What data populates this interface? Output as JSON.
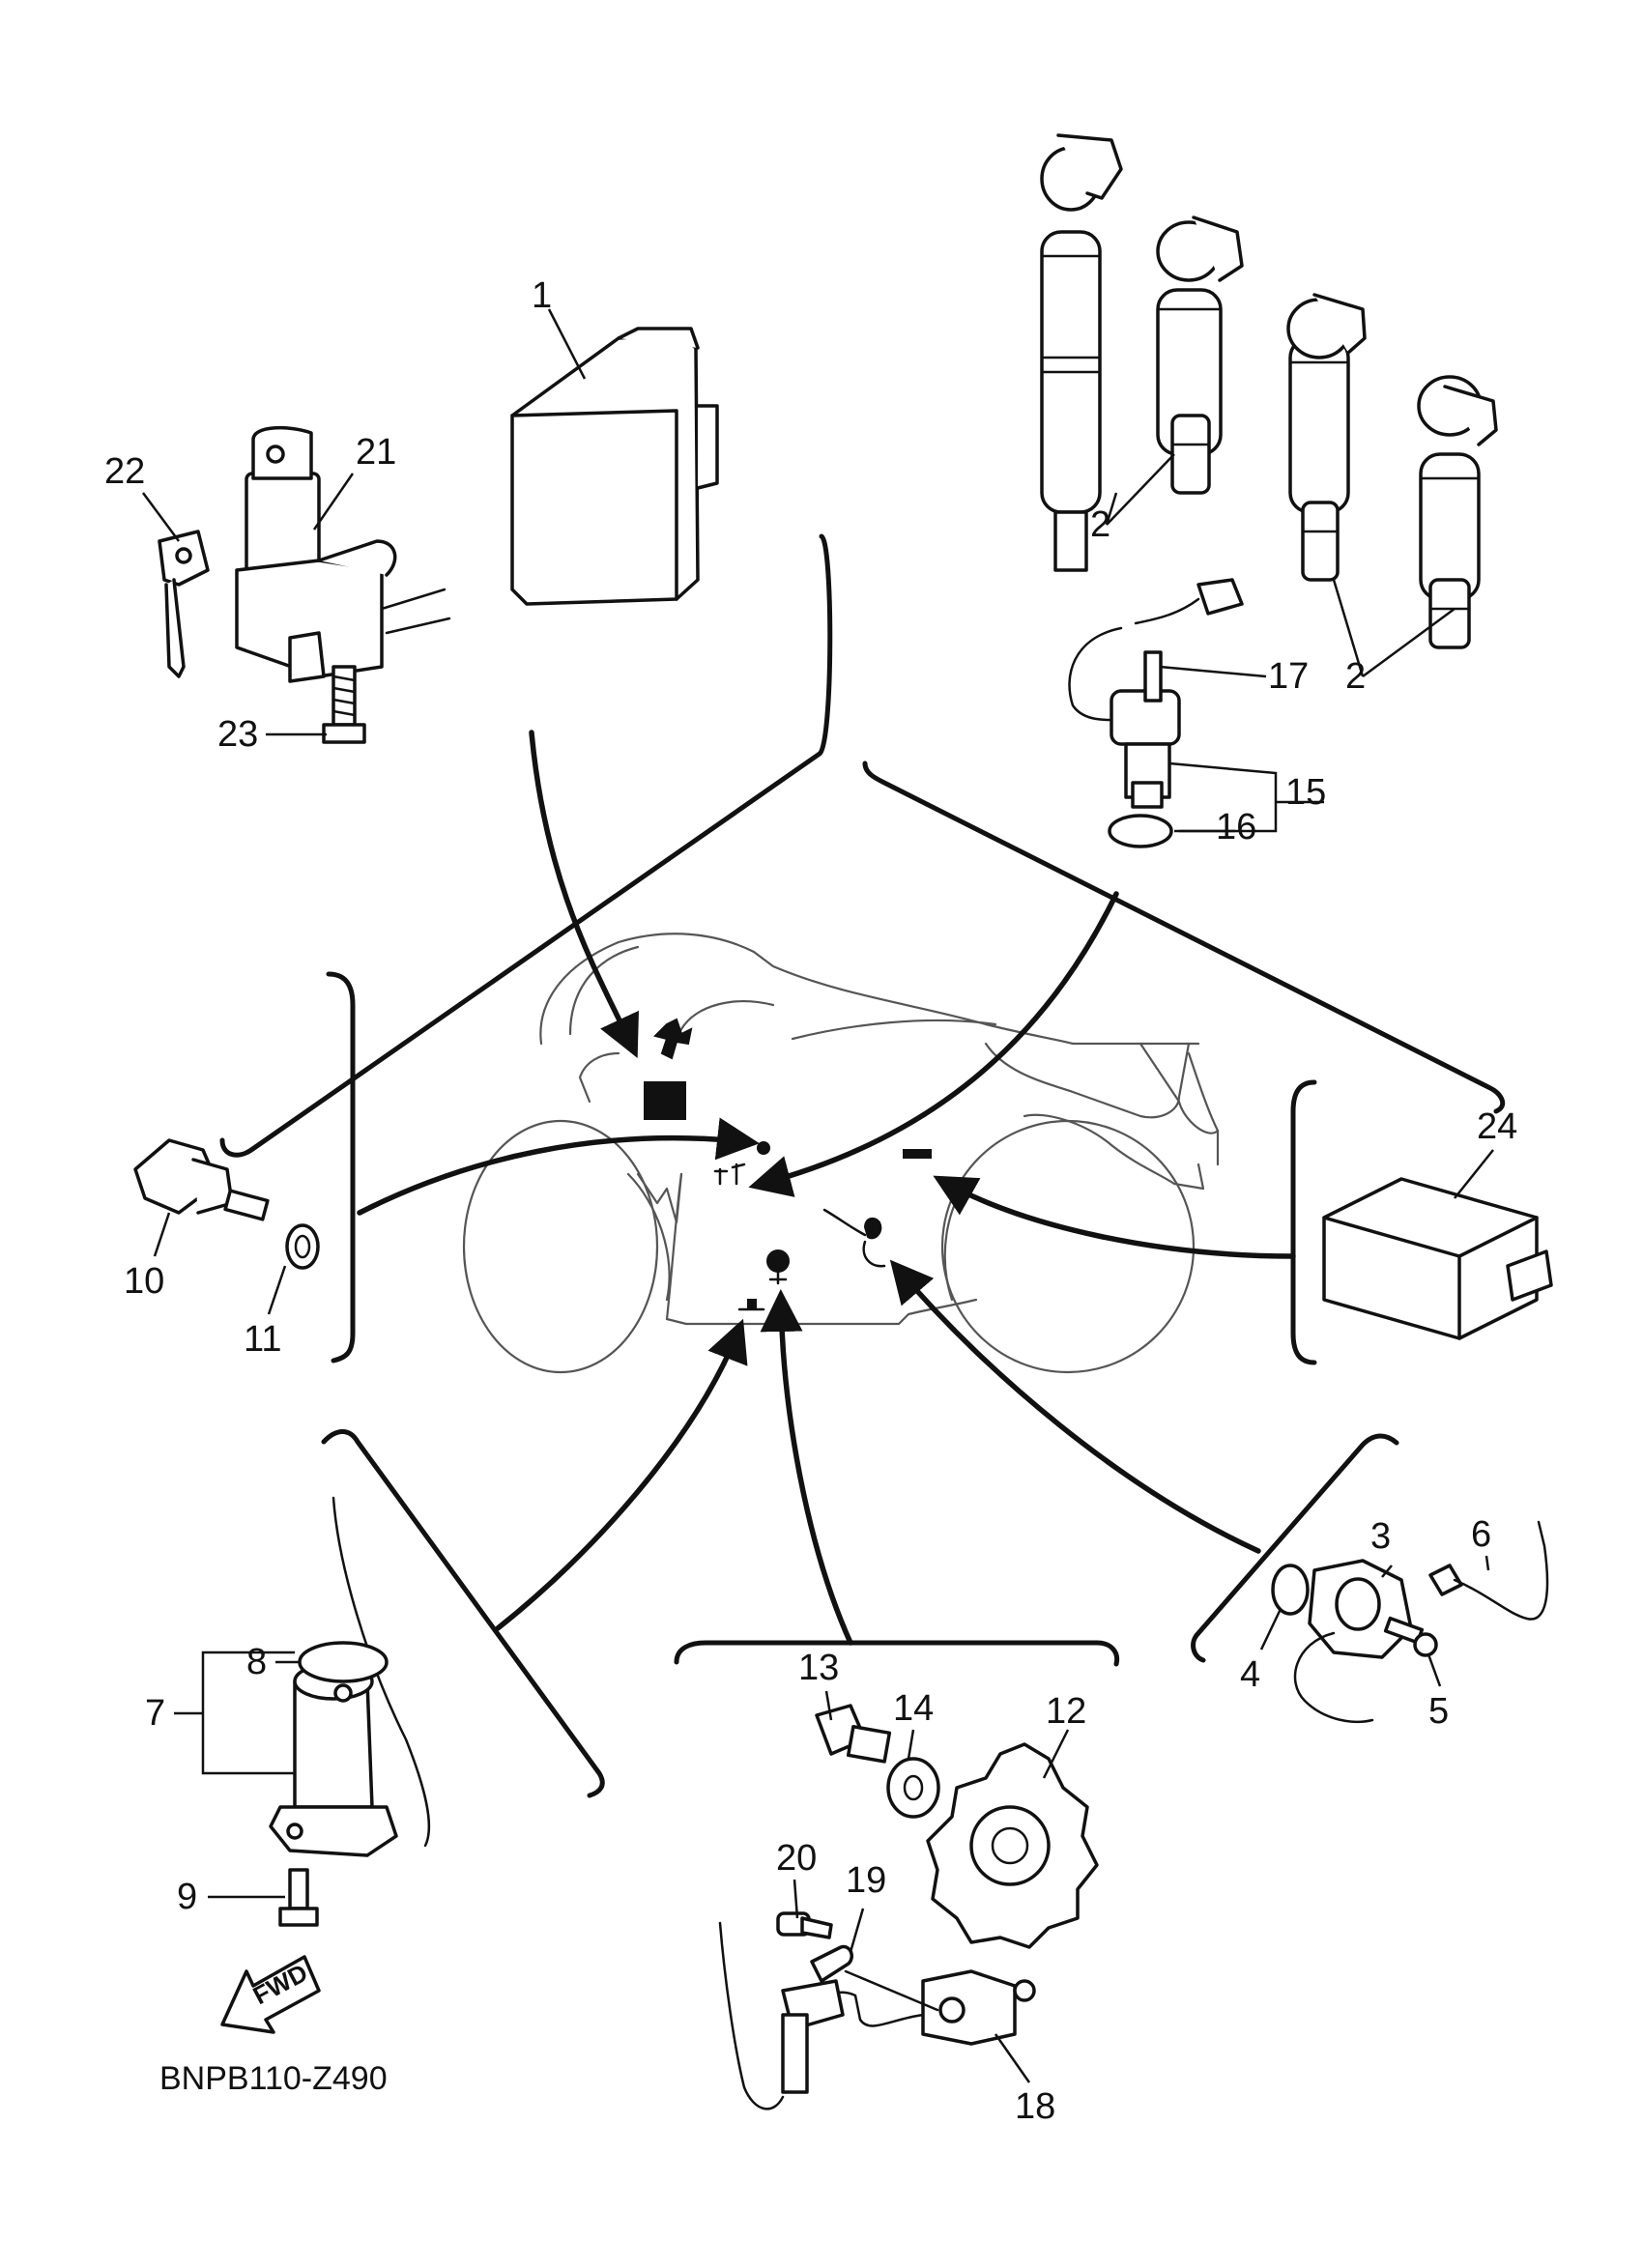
{
  "diagram": {
    "reference_code": "BNPB110-Z490",
    "direction_label": "FWD",
    "callouts": [
      "1",
      "2",
      "2",
      "3",
      "4",
      "5",
      "6",
      "7",
      "8",
      "9",
      "10",
      "11",
      "12",
      "13",
      "14",
      "15",
      "16",
      "17",
      "18",
      "19",
      "20",
      "21",
      "22",
      "23",
      "24"
    ]
  },
  "icons": {
    "fwd_arrow": "forward-direction-arrow-icon"
  }
}
